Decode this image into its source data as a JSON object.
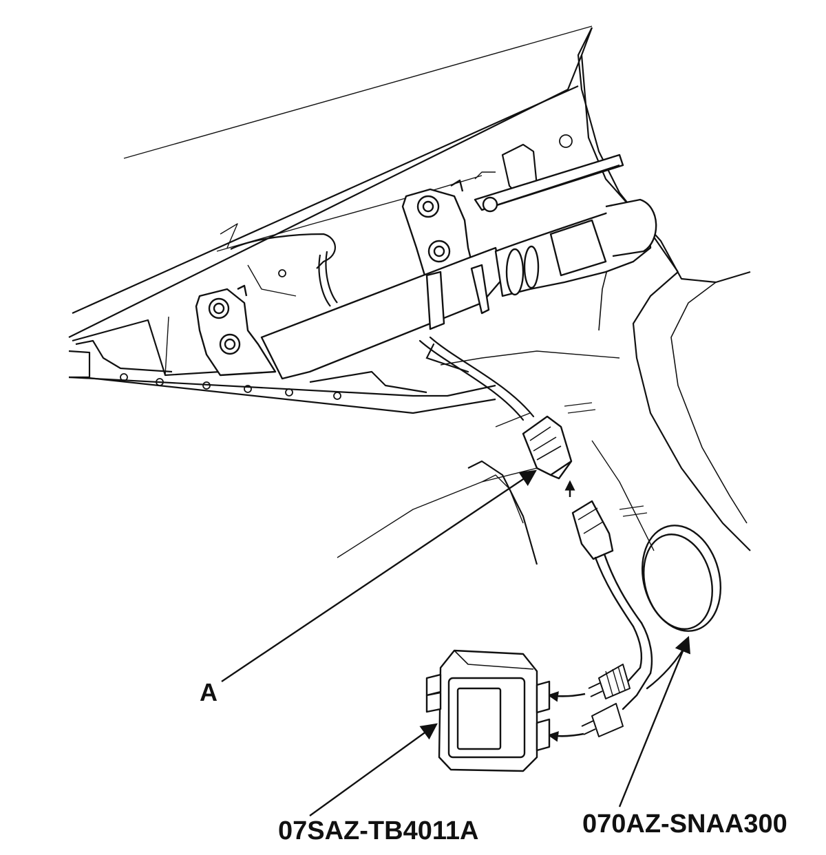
{
  "labels": {
    "connector_callout": "A",
    "tool_callout": "07SAZ-TB4011A",
    "harness_callout": "070AZ-SNAA300"
  },
  "colors": {
    "line": "#111111",
    "fill": "#ffffff",
    "background": "#ffffff"
  },
  "icons": {
    "arrowhead": "filled-triangle-arrow",
    "insert_arrow": "curved-arrow"
  }
}
